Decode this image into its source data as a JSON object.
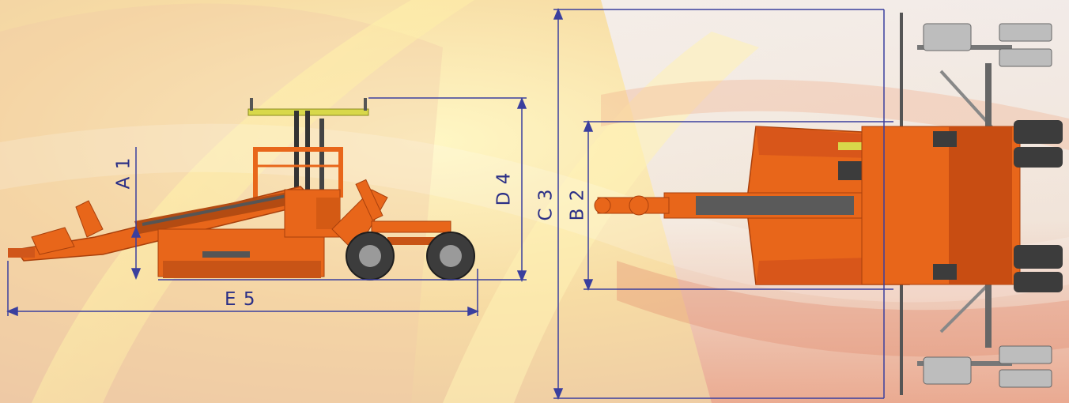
{
  "dimensions": {
    "a1": "A 1",
    "b2": "B 2",
    "c3": "C 3",
    "d4": "D 4",
    "e5": "E 5"
  },
  "colors": {
    "machine_orange": "#e8661a",
    "dimension_line": "#3a3f9e",
    "platform_yellow": "#d8d84a",
    "tire_dark": "#3c3c3c"
  },
  "views": {
    "side_view": "side-elevation",
    "top_view": "plan-view"
  }
}
